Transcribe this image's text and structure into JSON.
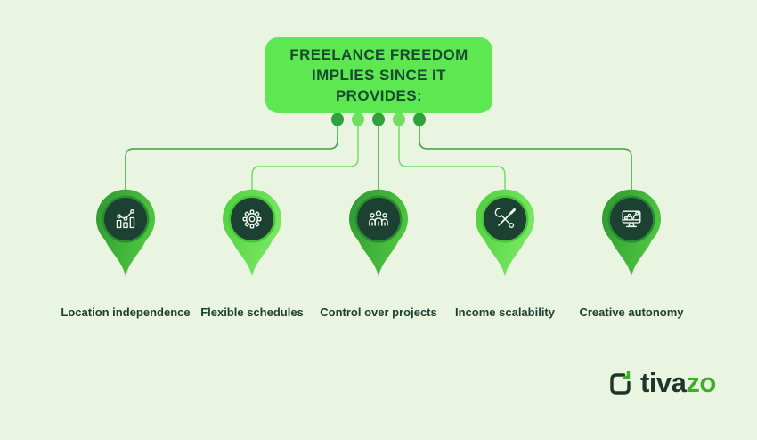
{
  "title": {
    "lines": [
      "FREELANCE FREEDOM",
      "IMPLIES SINCE IT",
      "PROVIDES:"
    ]
  },
  "branches": [
    {
      "label": "Location independence",
      "icon": "analytics-chart-icon",
      "tone": "dark"
    },
    {
      "label": "Flexible schedules",
      "icon": "gear-icon",
      "tone": "light"
    },
    {
      "label": "Control over projects",
      "icon": "team-icon",
      "tone": "dark"
    },
    {
      "label": "Income scalability",
      "icon": "tools-icon",
      "tone": "light"
    },
    {
      "label": "Creative autonomy",
      "icon": "monitor-chart-icon",
      "tone": "dark"
    }
  ],
  "logo": {
    "name": "tivazo",
    "text_dark": "tiva",
    "text_green": "zo"
  },
  "colors": {
    "background": "#e9f5e1",
    "title_box": "#5de852",
    "title_text": "#1b4a30",
    "label_text": "#1d4030",
    "dot_dark": "#2fa23b",
    "dot_light": "#6fdf5f",
    "line_dark": "#3aa342",
    "line_light": "#78da68",
    "pin_dark_1": "#2e9733",
    "pin_dark_2": "#4fc63f",
    "pin_light_1": "#4ecf3f",
    "pin_light_2": "#79e862",
    "pin_halo_dark": "#2a8c31",
    "pin_halo_light": "#49c43c",
    "pin_inner": "#1c4031",
    "icon_stroke": "#f2fbf2",
    "logo_dark": "#20352a",
    "logo_green": "#3fae27"
  }
}
